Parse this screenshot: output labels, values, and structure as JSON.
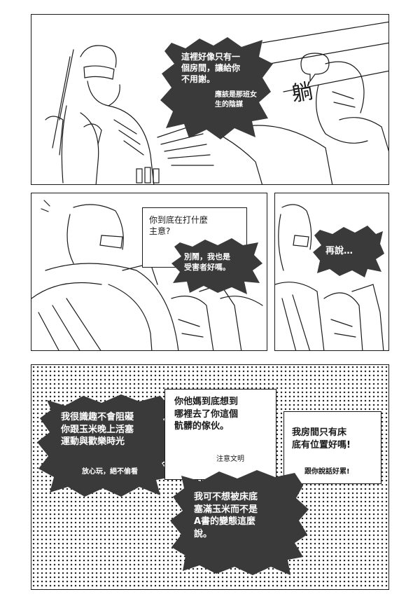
{
  "page": {
    "panel1": {
      "bubble_main": "這裡好像只有一\n個房間，讓給你\n不用謝。",
      "bubble_aside": "應該是那班女\n生的陰謀",
      "sfx": "躺"
    },
    "panel2": {
      "box_text": "你到底在打什麼\n主意?",
      "bubble_text": "別鬧，我也是\n受害者好嗎。"
    },
    "panel3": {
      "bubble_text": "再說…"
    },
    "panel4": {
      "left_main": "我很識趣不會阻礙\n你跟玉米晚上活塞\n運動與歡樂時光",
      "left_aside": "放心玩，絕不偷看",
      "center_main": "你他媽到底想到\n哪裡去了你這個\n骯髒的傢伙。",
      "center_aside": "注意文明",
      "right_main": "我房間只有床\n底有位置好嗎!",
      "right_aside": "跟你說話好累!",
      "bottom_main": "我可不想被床底\n塞滿玉米而不是\nA書的變態這麼\n說。"
    }
  },
  "colors": {
    "ink": "#1a1a1a",
    "blob": "#3a3a3a",
    "paper": "#ffffff"
  }
}
